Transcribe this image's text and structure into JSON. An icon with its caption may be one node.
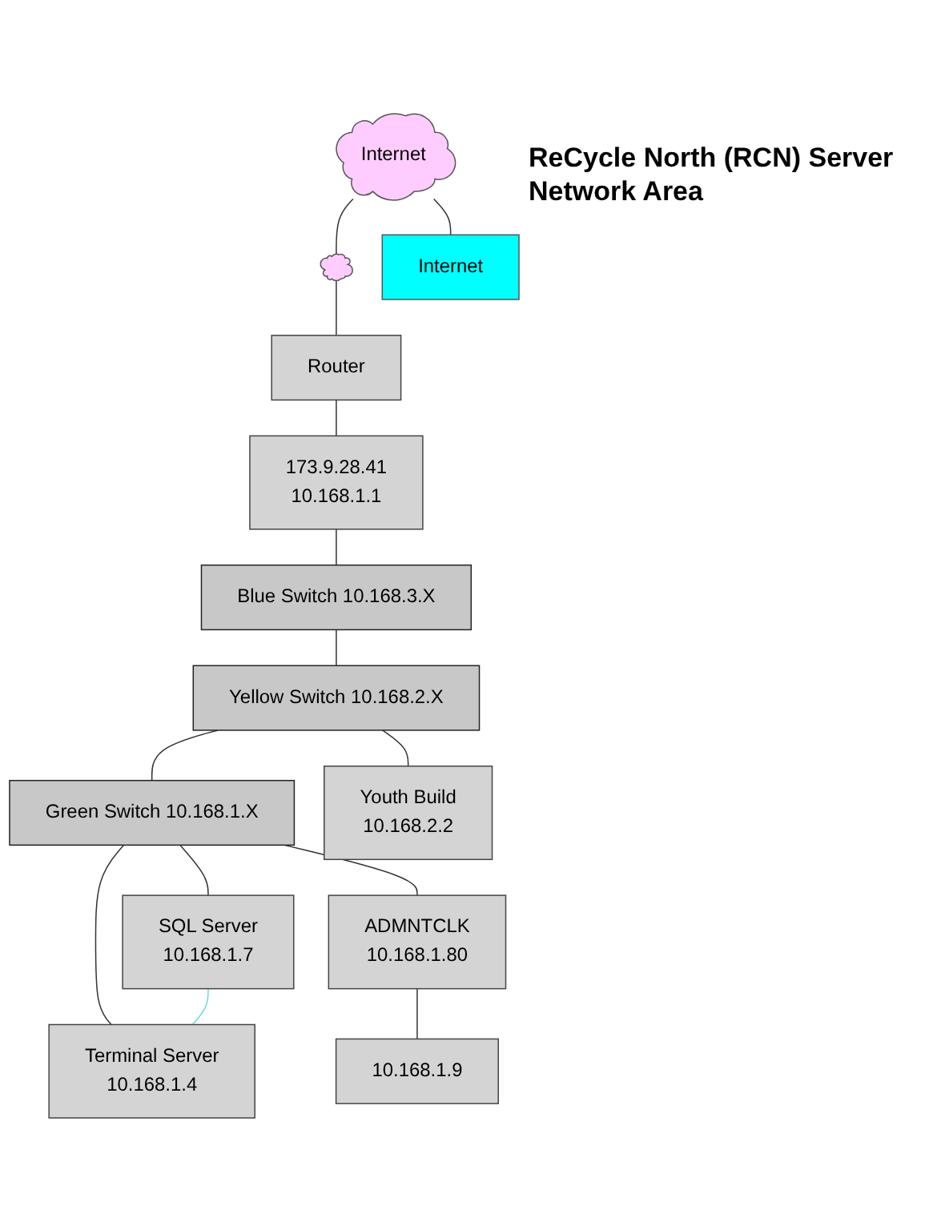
{
  "diagram": {
    "title": "ReCycle North (RCN) Server Network Area",
    "nodes": [
      {
        "text": [
          "Internet"
        ]
      },
      {
        "text": [],
        "shape": "cloud"
      },
      {
        "text": [
          "Internet"
        ]
      },
      {
        "text": [
          "Router"
        ]
      },
      {
        "text": [
          "173.9.28.41",
          "10.168.1.1"
        ]
      },
      {
        "text": [
          "Blue Switch 10.168.3.X"
        ]
      },
      {
        "text": [
          "Yellow Switch 10.168.2.X"
        ]
      },
      {
        "text": [
          "Green Switch 10.168.1.X"
        ]
      },
      {
        "text": [
          "Youth Build",
          "10.168.2.2"
        ]
      },
      {
        "text": [
          "SQL Server",
          "10.168.1.7"
        ]
      },
      {
        "text": [
          "Terminal Server",
          "10.168.1.4"
        ]
      },
      {
        "text": [
          "ADMNTCLK",
          "10.168.1.80"
        ]
      },
      {
        "text": [
          "10.168.1.9"
        ]
      }
    ],
    "edges": [
      {
        "from": 0,
        "to": 1,
        "arrow": "none"
      },
      {
        "from": 0,
        "to": 2,
        "arrow": "none"
      },
      {
        "from": 1,
        "to": 3,
        "arrow": "none"
      },
      {
        "from": 3,
        "to": 4,
        "arrow": "none"
      },
      {
        "from": 4,
        "to": 5,
        "arrow": "none"
      },
      {
        "from": 5,
        "to": 6,
        "arrow": "none"
      },
      {
        "from": 6,
        "to": 8,
        "arrow": "none"
      },
      {
        "from": 6,
        "to": 7,
        "arrow": "none"
      },
      {
        "from": 7,
        "to": 9,
        "arrow": "none"
      },
      {
        "from": 7,
        "to": 10,
        "arrow": "none"
      },
      {
        "from": 7,
        "to": 11,
        "arrow": "none"
      },
      {
        "from": 9,
        "to": 10,
        "arrow": "none",
        "color": "#66dddd"
      },
      {
        "from": 11,
        "to": 12,
        "arrow": "none"
      }
    ]
  }
}
